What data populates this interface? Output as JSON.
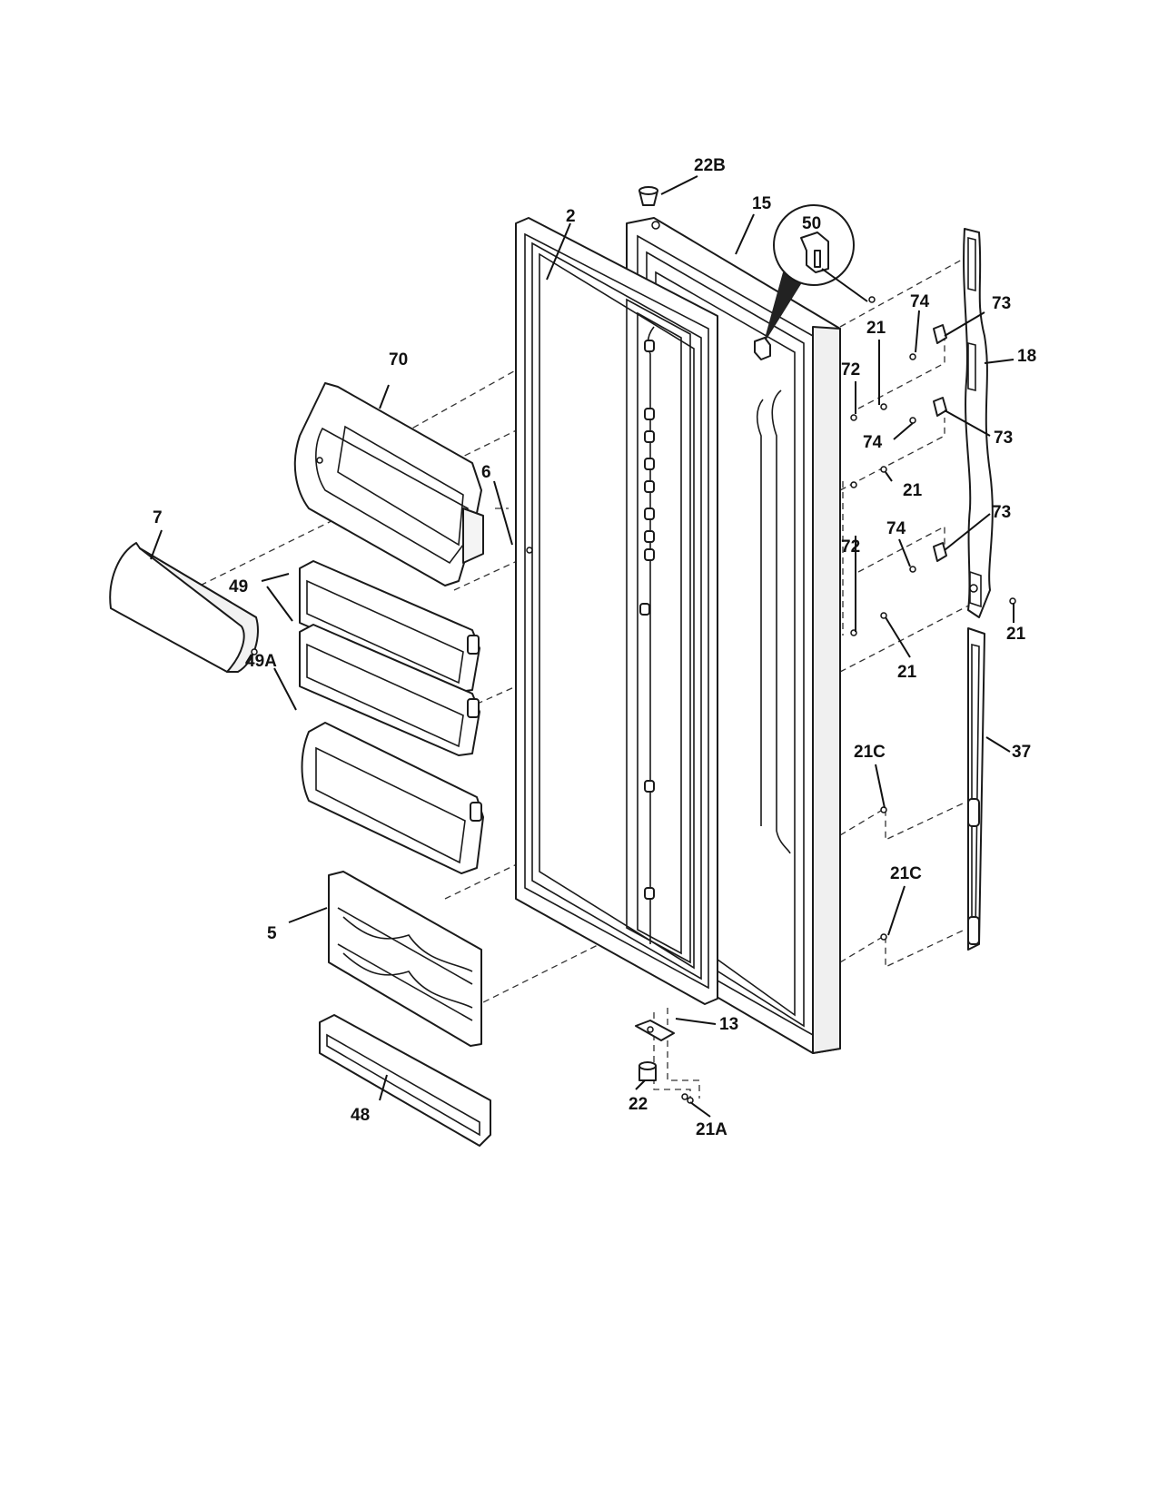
{
  "callouts": {
    "p22B": "22B",
    "p2": "2",
    "p15": "15",
    "p50": "50",
    "p74a": "74",
    "p73a": "73",
    "p21a": "21",
    "p18": "18",
    "p72a": "72",
    "p74b": "74",
    "p73b": "73",
    "p21b": "21",
    "p70": "70",
    "p6": "6",
    "p7": "7",
    "p49": "49",
    "p72b": "72",
    "p74c": "74",
    "p73c": "73",
    "p21c": "21",
    "p21d": "21",
    "p49A": "49A",
    "p37": "37",
    "p21C1": "21C",
    "p21C2": "21C",
    "p5": "5",
    "p13": "13",
    "p22": "22",
    "p21A": "21A",
    "p48": "48"
  }
}
